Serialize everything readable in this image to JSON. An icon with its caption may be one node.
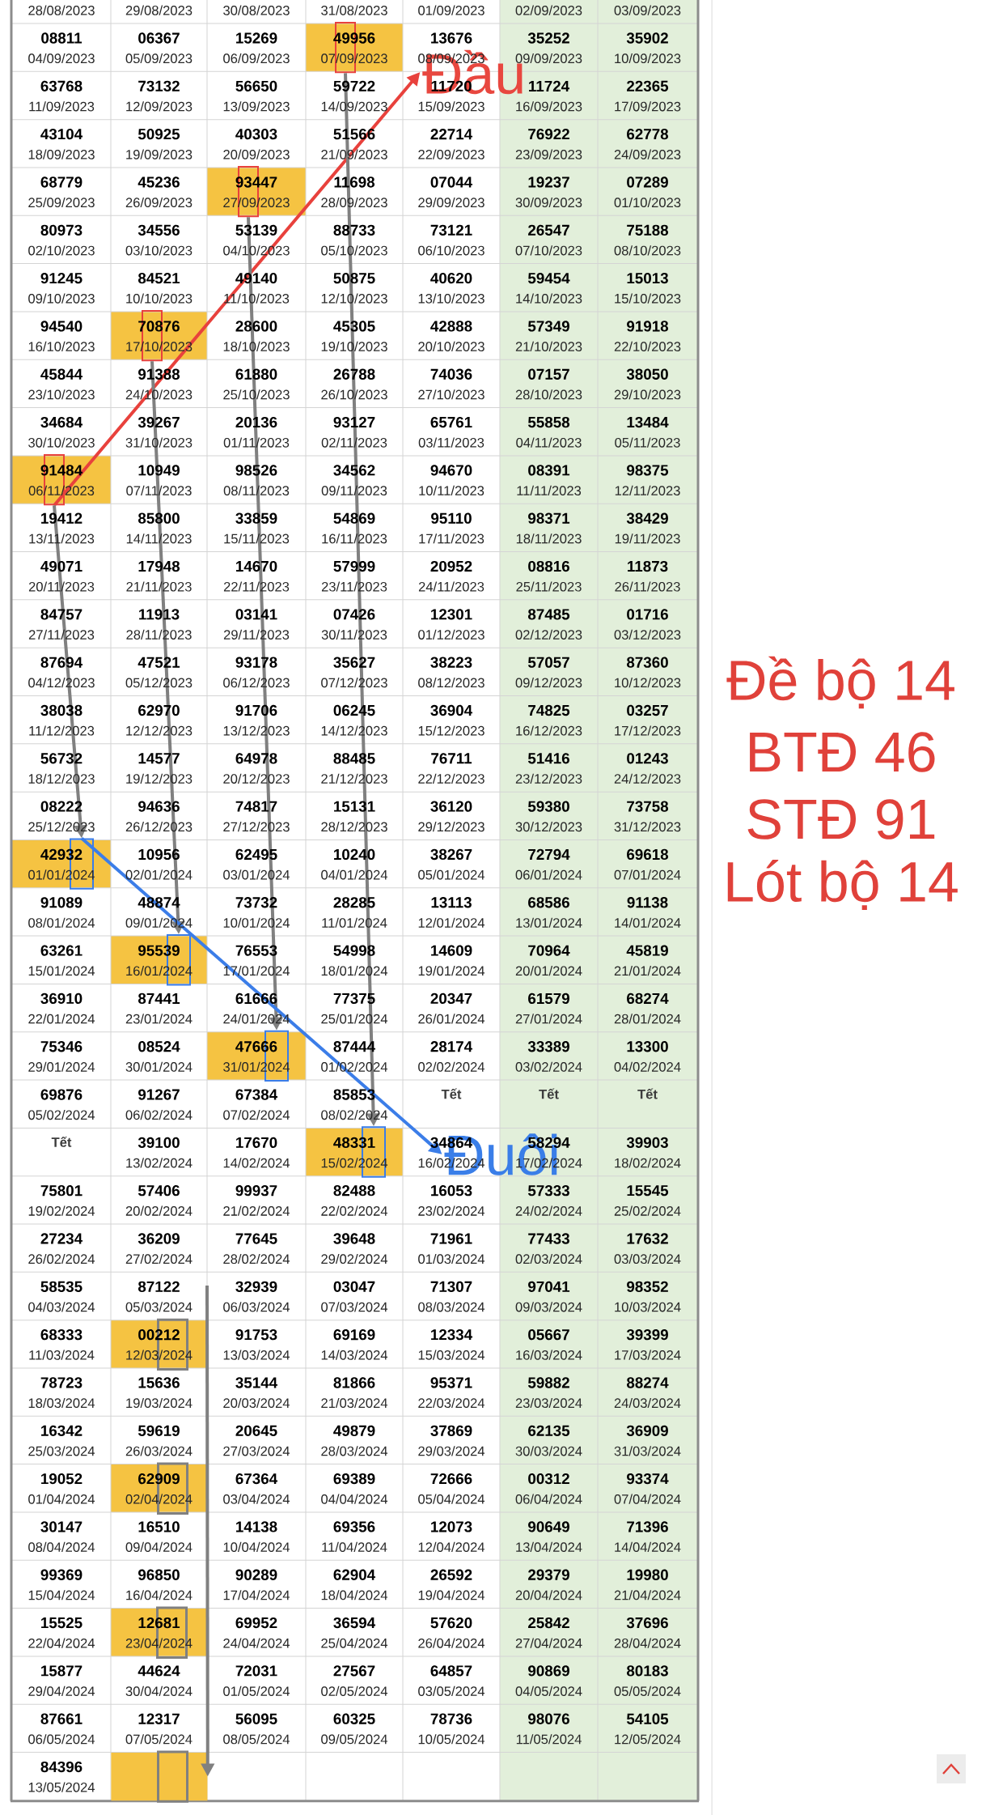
{
  "diagram": {
    "nodes": [
      {
        "text": [],
        "shape": "box"
      },
      {
        "text": [
          "Đầu"
        ]
      },
      {
        "text": [],
        "shape": "box"
      },
      {
        "text": [],
        "shape": "box"
      },
      {
        "text": [],
        "shape": "box"
      },
      {
        "text": [],
        "shape": "box"
      },
      {
        "text": [],
        "shape": "box"
      },
      {
        "text": [],
        "shape": "box"
      },
      {
        "text": [],
        "shape": "box"
      },
      {
        "text": [
          "Đuôi"
        ]
      },
      {
        "text": [],
        "shape": "box"
      },
      {
        "text": [],
        "shape": "box"
      },
      {
        "text": [],
        "shape": "box"
      },
      {
        "text": [],
        "shape": "box"
      },
      {
        "text": [],
        "shape": "box",
        "in": 13
      }
    ],
    "edges": [
      {
        "from": 4,
        "to": 1,
        "arrow": "to",
        "color": "#e8413c"
      },
      {
        "from": 0,
        "to": 8,
        "arrow": "to"
      },
      {
        "from": 2,
        "to": 7,
        "arrow": "to"
      },
      {
        "from": 3,
        "to": 6,
        "arrow": "to"
      },
      {
        "from": 4,
        "to": 5,
        "arrow": "to"
      },
      {
        "from": 5,
        "to": 9,
        "arrow": "to",
        "color": "#3b7de8"
      },
      {
        "from": null,
        "to": 13,
        "arrow": "to"
      }
    ],
    "labels": [
      "28/08/2023",
      "29/08/2023",
      "30/08/2023",
      "31/08/2023",
      "01/09/2023",
      "02/09/2023",
      "03/09/2023",
      "08811",
      "04/09/2023",
      "06367",
      "05/09/2023",
      "15269",
      "06/09/2023",
      "49956",
      "07/09/2023",
      "13676",
      "08/09/2023",
      "35252",
      "09/09/2023",
      "35902",
      "10/09/2023",
      "63768",
      "11/09/2023",
      "73132",
      "12/09/2023",
      "56650",
      "13/09/2023",
      "59722",
      "14/09/2023",
      "11720",
      "15/09/2023",
      "11724",
      "16/09/2023",
      "22365",
      "17/09/2023",
      "43104",
      "18/09/2023",
      "50925",
      "19/09/2023",
      "40303",
      "20/09/2023",
      "51566",
      "21/09/2023",
      "22714",
      "22/09/2023",
      "76922",
      "23/09/2023",
      "62778",
      "24/09/2023",
      "68779",
      "25/09/2023",
      "45236",
      "26/09/2023",
      "93447",
      "27/09/2023",
      "11698",
      "28/09/2023",
      "07044",
      "29/09/2023",
      "19237",
      "30/09/2023",
      "07289",
      "01/10/2023",
      "80973",
      "02/10/2023",
      "34556",
      "03/10/2023",
      "53139",
      "04/10/2023",
      "88733",
      "05/10/2023",
      "73121",
      "06/10/2023",
      "26547",
      "07/10/2023",
      "75188",
      "08/10/2023",
      "91245",
      "09/10/2023",
      "84521",
      "10/10/2023",
      "49140",
      "11/10/2023",
      "50875",
      "12/10/2023",
      "40620",
      "13/10/2023",
      "59454",
      "14/10/2023",
      "15013",
      "15/10/2023",
      "94540",
      "16/10/2023",
      "70876",
      "17/10/2023",
      "28600",
      "18/10/2023",
      "45305",
      "19/10/2023",
      "42888",
      "20/10/2023",
      "57349",
      "21/10/2023",
      "91918",
      "22/10/2023",
      "45844",
      "23/10/2023",
      "91388",
      "24/10/2023",
      "61880",
      "25/10/2023",
      "26788",
      "26/10/2023",
      "74036",
      "27/10/2023",
      "07157",
      "28/10/2023",
      "38050",
      "29/10/2023",
      "34684",
      "30/10/2023",
      "39267",
      "31/10/2023",
      "20136",
      "01/11/2023",
      "93127",
      "02/11/2023",
      "65761",
      "03/11/2023",
      "55858",
      "04/11/2023",
      "13484",
      "05/11/2023",
      "91484",
      "06/11/2023",
      "10949",
      "07/11/2023",
      "98526",
      "08/11/2023",
      "34562",
      "09/11/2023",
      "94670",
      "10/11/2023",
      "08391",
      "11/11/2023",
      "98375",
      "12/11/2023",
      "19412",
      "13/11/2023",
      "85800",
      "14/11/2023",
      "33859",
      "15/11/2023",
      "54869",
      "16/11/2023",
      "95110",
      "17/11/2023",
      "98371",
      "18/11/2023",
      "38429",
      "19/11/2023",
      "49071",
      "20/11/2023",
      "17948",
      "21/11/2023",
      "14670",
      "22/11/2023",
      "57999",
      "23/11/2023",
      "20952",
      "24/11/2023",
      "08816",
      "25/11/2023",
      "11873",
      "26/11/2023",
      "84757",
      "27/11/2023",
      "11913",
      "28/11/2023",
      "03141",
      "29/11/2023",
      "07426",
      "30/11/2023",
      "12301",
      "01/12/2023",
      "87485",
      "02/12/2023",
      "01716",
      "03/12/2023",
      "87694",
      "04/12/2023",
      "47521",
      "05/12/2023",
      "93178",
      "06/12/2023",
      "35627",
      "07/12/2023",
      "38223",
      "08/12/2023",
      "57057",
      "09/12/2023",
      "87360",
      "10/12/2023",
      "38038",
      "11/12/2023",
      "62970",
      "12/12/2023",
      "91706",
      "13/12/2023",
      "06245",
      "14/12/2023",
      "36904",
      "15/12/2023",
      "74825",
      "16/12/2023",
      "03257",
      "17/12/2023",
      "56732",
      "18/12/2023",
      "14577",
      "19/12/2023",
      "64978",
      "20/12/2023",
      "88485",
      "21/12/2023",
      "76711",
      "22/12/2023",
      "51416",
      "23/12/2023",
      "01243",
      "24/12/2023",
      "08222",
      "25/12/2023",
      "94636",
      "26/12/2023",
      "74817",
      "27/12/2023",
      "15131",
      "28/12/2023",
      "36120",
      "29/12/2023",
      "59380",
      "30/12/2023",
      "73758",
      "31/12/2023",
      "42932",
      "01/01/2024",
      "10956",
      "02/01/2024",
      "62495",
      "03/01/2024",
      "10240",
      "04/01/2024",
      "38267",
      "05/01/2024",
      "72794",
      "06/01/2024",
      "69618",
      "07/01/2024",
      "91089",
      "08/01/2024",
      "48874",
      "09/01/2024",
      "73732",
      "10/01/2024",
      "28285",
      "11/01/2024",
      "13113",
      "12/01/2024",
      "68586",
      "13/01/2024",
      "91138",
      "14/01/2024",
      "63261",
      "15/01/2024",
      "95539",
      "16/01/2024",
      "76553",
      "17/01/2024",
      "54998",
      "18/01/2024",
      "14609",
      "19/01/2024",
      "70964",
      "20/01/2024",
      "45819",
      "21/01/2024",
      "36910",
      "22/01/2024",
      "87441",
      "23/01/2024",
      "61666",
      "24/01/2024",
      "77375",
      "25/01/2024",
      "20347",
      "26/01/2024",
      "61579",
      "27/01/2024",
      "68274",
      "28/01/2024",
      "75346",
      "29/01/2024",
      "08524",
      "30/01/2024",
      "47666",
      "31/01/2024",
      "87444",
      "01/02/2024",
      "28174",
      "02/02/2024",
      "33389",
      "03/02/2024",
      "13300",
      "04/02/2024",
      "69876",
      "05/02/2024",
      "91267",
      "06/02/2024",
      "67384",
      "07/02/2024",
      "85853",
      "08/02/2024",
      "Tết",
      "Tết",
      "Tết",
      "Tết",
      "39100",
      "13/02/2024",
      "17670",
      "14/02/2024",
      "48331",
      "15/02/2024",
      "34864",
      "16/02/2024",
      "58294",
      "17/02/2024",
      "39903",
      "18/02/2024",
      "75801",
      "19/02/2024",
      "57406",
      "20/02/2024",
      "99937",
      "21/02/2024",
      "82488",
      "22/02/2024",
      "16053",
      "23/02/2024",
      "57333",
      "24/02/2024",
      "15545",
      "25/02/2024",
      "27234",
      "26/02/2024",
      "36209",
      "27/02/2024",
      "77645",
      "28/02/2024",
      "39648",
      "29/02/2024",
      "71961",
      "01/03/2024",
      "77433",
      "02/03/2024",
      "17632",
      "03/03/2024",
      "58535",
      "04/03/2024",
      "87122",
      "05/03/2024",
      "32939",
      "06/03/2024",
      "03047",
      "07/03/2024",
      "71307",
      "08/03/2024",
      "97041",
      "09/03/2024",
      "98352",
      "10/03/2024",
      "68333",
      "11/03/2024",
      "00212",
      "12/03/2024",
      "91753",
      "13/03/2024",
      "69169",
      "14/03/2024",
      "12334",
      "15/03/2024",
      "05667",
      "16/03/2024",
      "39399",
      "17/03/2024",
      "78723",
      "18/03/2024",
      "15636",
      "19/03/2024",
      "35144",
      "20/03/2024",
      "81866",
      "21/03/2024",
      "95371",
      "22/03/2024",
      "59882",
      "23/03/2024",
      "88274",
      "24/03/2024",
      "16342",
      "25/03/2024",
      "59619",
      "26/03/2024",
      "20645",
      "27/03/2024",
      "49879",
      "28/03/2024",
      "37869",
      "29/03/2024",
      "62135",
      "30/03/2024",
      "36909",
      "31/03/2024",
      "19052",
      "01/04/2024",
      "62909",
      "02/04/2024",
      "67364",
      "03/04/2024",
      "69389",
      "04/04/2024",
      "72666",
      "05/04/2024",
      "00312",
      "06/04/2024",
      "93374",
      "07/04/2024",
      "30147",
      "08/04/2024",
      "16510",
      "09/04/2024",
      "14138",
      "10/04/2024",
      "69356",
      "11/04/2024",
      "12073",
      "12/04/2024",
      "90649",
      "13/04/2024",
      "71396",
      "14/04/2024",
      "99369",
      "15/04/2024",
      "96850",
      "16/04/2024",
      "90289",
      "17/04/2024",
      "62904",
      "18/04/2024",
      "26592",
      "19/04/2024",
      "29379",
      "20/04/2024",
      "19980",
      "21/04/2024",
      "15525",
      "22/04/2024",
      "12681",
      "23/04/2024",
      "69952",
      "24/04/2024",
      "36594",
      "25/04/2024",
      "57620",
      "26/04/2024",
      "25842",
      "27/04/2024",
      "37696",
      "28/04/2024",
      "15877",
      "29/04/2024",
      "44624",
      "30/04/2024",
      "72031",
      "01/05/2024",
      "27567",
      "02/05/2024",
      "64857",
      "03/05/2024",
      "90869",
      "04/05/2024",
      "80183",
      "05/05/2024",
      "87661",
      "06/05/2024",
      "12317",
      "07/05/2024",
      "56095",
      "08/05/2024",
      "60325",
      "09/05/2024",
      "78736",
      "10/05/2024",
      "98076",
      "11/05/2024",
      "54105",
      "12/05/2024",
      "84396",
      "13/05/2024",
      "Đề bộ 14",
      "BTĐ 46",
      "STĐ 91",
      "Lót bộ 14"
    ]
  }
}
